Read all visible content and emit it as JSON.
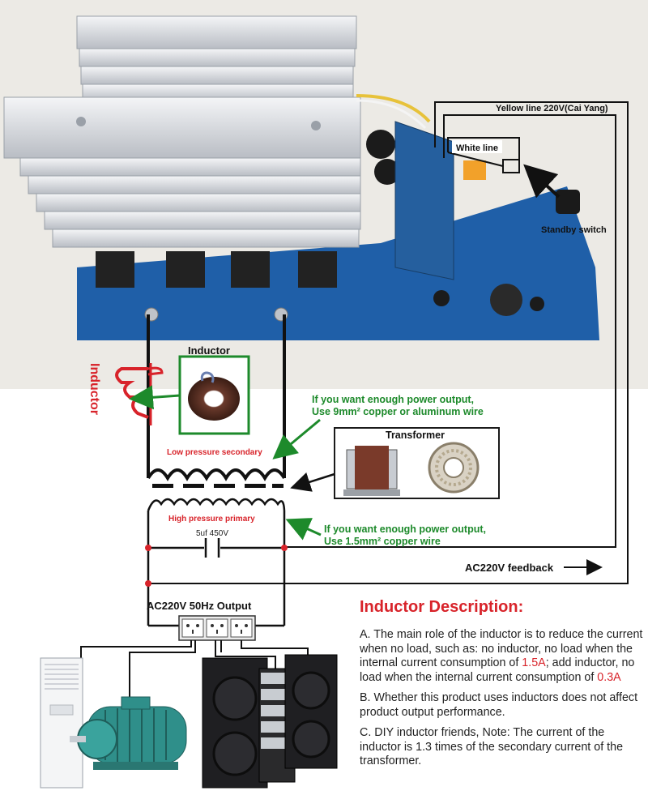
{
  "labels": {
    "yellow_line": "Yellow line  220V(Cai Yang)",
    "white_line": "White line",
    "standby_switch": "Standby switch",
    "inductor_box_title": "Inductor",
    "inductor_side": "Inductor",
    "green_note_1_line1": "If you want enough power output,",
    "green_note_1_line2": "Use 9mm² copper or aluminum wire",
    "low_pressure_secondary": "Low pressure secondary",
    "transformer": "Transformer",
    "high_pressure_primary": "High pressure primary",
    "green_note_2_line1": "If you want enough power output,",
    "green_note_2_line2": "Use 1.5mm² copper  wire",
    "capacitor": "5uf  450V",
    "feedback": "AC220V feedback",
    "output": "AC220V 50Hz Output"
  },
  "description": {
    "title": "Inductor Description:",
    "a_text_1": "A. The main role of the inductor is to reduce the current when no load, such as: no inductor, no load when the internal current consumption of ",
    "a_value_1": "1.5A",
    "a_text_2": "; add inductor, no load when the internal current consumption of ",
    "a_value_2": "0.3A",
    "b_text": "B. Whether this product uses inductors does not affect product output performance.",
    "c_text": "C. DIY inductor friends, Note: The current of the inductor is 1.3 times of the secondary current of the transformer."
  },
  "colors": {
    "wire": "#111111",
    "accent_red": "#d8232a",
    "accent_green": "#1d8a2b",
    "pcb_blue": "#1f5fa8",
    "heatsink": "#d4d7dc"
  }
}
